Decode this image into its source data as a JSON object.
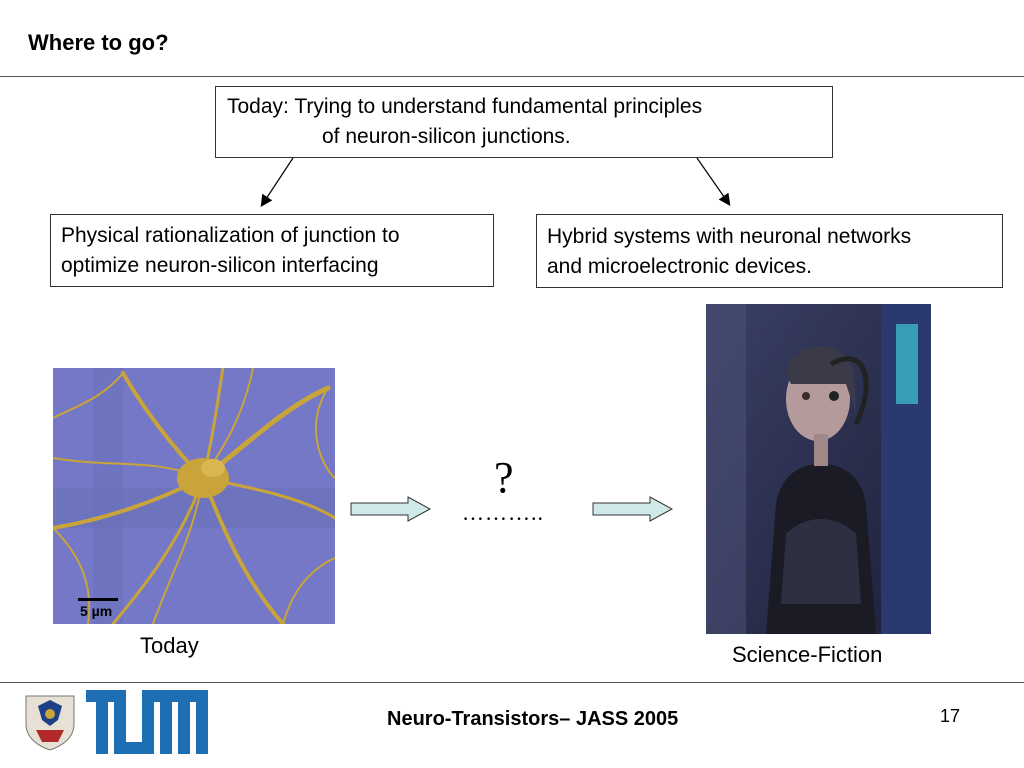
{
  "slide": {
    "title": "Where to go?"
  },
  "top_box": {
    "line1": "Today: Trying to understand fundamental principles",
    "line2": "of neuron-silicon junctions."
  },
  "left_box": {
    "line1": "Physical rationalization of junction to",
    "line2": "optimize neuron-silicon interfacing"
  },
  "right_box": {
    "line1": "Hybrid systems with neuronal networks",
    "line2": "and microelectronic devices."
  },
  "left_image": {
    "scale_label": "5 µm",
    "caption": "Today"
  },
  "middle": {
    "question": "?",
    "dots": "……….."
  },
  "right_image": {
    "caption": "Science-Fiction"
  },
  "footer": {
    "title": "Neuro-Transistors– JASS 2005",
    "page_number": "17",
    "logo_text": "TUM"
  },
  "colors": {
    "rule": "#555555",
    "arrow_fill": "#cfe8e8",
    "logo_blue": "#1e6eb4",
    "neuron_bg": "#7478c6",
    "neuron": "#c8a43a"
  }
}
